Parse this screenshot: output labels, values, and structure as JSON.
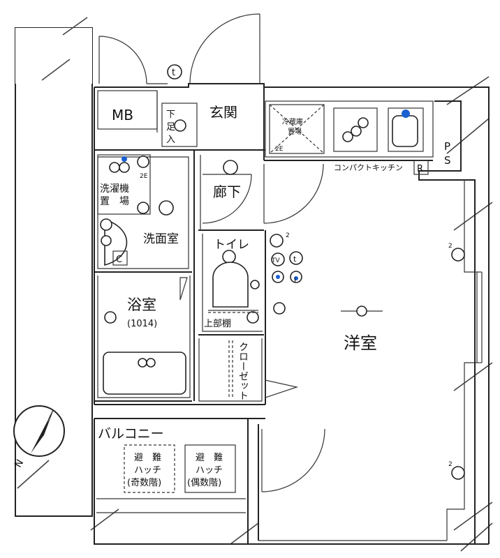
{
  "rooms": {
    "mb": "MB",
    "entrance": "玄関",
    "shoe_top": "下",
    "shoe_mid": "足",
    "shoe_bottom": "入",
    "corridor": "廊下",
    "washer_line1": "洗濯機",
    "washer_line2": "置　場",
    "washroom": "洗面室",
    "toilet": "トイレ",
    "upper_shelf": "上部棚",
    "bath": "浴室",
    "bath_size": "(1014)",
    "closet": "クローゼット",
    "western_room": "洋室",
    "balcony": "バルコニー",
    "kitchen": "コンパクトキッチン",
    "ps_p": "P",
    "ps_s": "S",
    "fridge_line1": "冷蔵庫",
    "fridge_line2": "置場",
    "hatch_odd": {
      "line1": "避　難",
      "line2": "ハッチ",
      "line3": "(奇数階)"
    },
    "hatch_even": {
      "line1": "避　難",
      "line2": "ハッチ",
      "line3": "(偶数階)"
    }
  },
  "symbols": {
    "t": "t",
    "tv": "TV",
    "i": "i",
    "c": "C",
    "r": "R",
    "two": "2",
    "two_e": "2E",
    "north": "N"
  },
  "colors": {
    "accent": "#1a5fd0"
  }
}
